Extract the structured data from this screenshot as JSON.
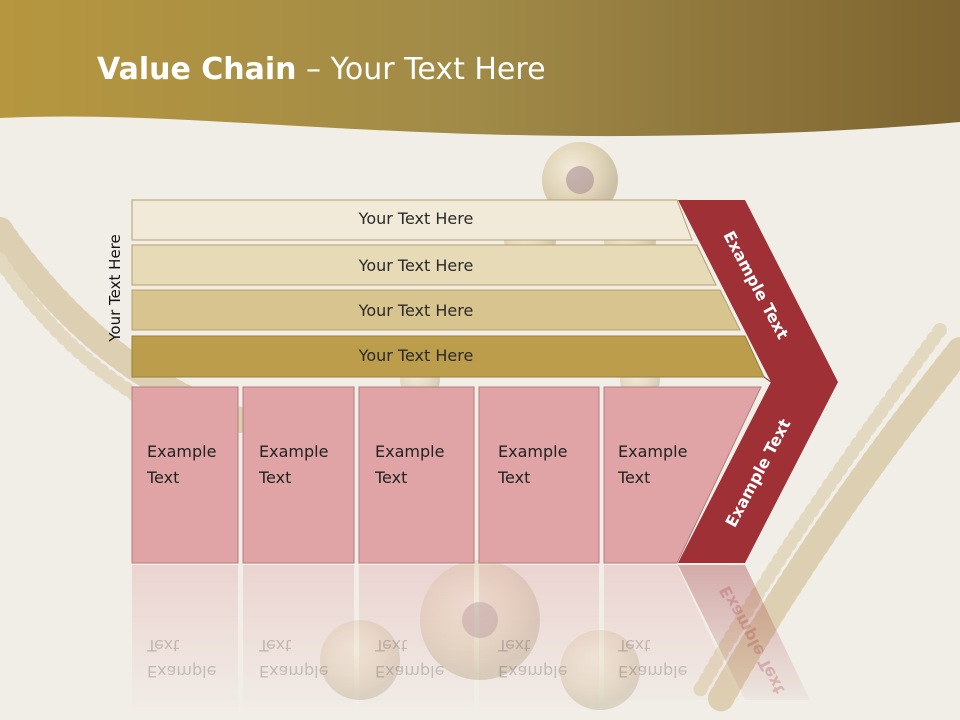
{
  "title": {
    "bold": "Value Chain",
    "rest": " – Your Text Here"
  },
  "side_label": "Your Text Here",
  "rows": [
    {
      "text": "Your Text Here"
    },
    {
      "text": "Your Text Here"
    },
    {
      "text": "Your Text Here"
    },
    {
      "text": "Your Text Here"
    }
  ],
  "boxes": [
    {
      "text": "Example\nText"
    },
    {
      "text": "Example\nText"
    },
    {
      "text": "Example\nText"
    },
    {
      "text": "Example\nText"
    },
    {
      "text": "Example\nText"
    }
  ],
  "chevron": {
    "upper_text": "Example Text",
    "lower_text": "Example Text"
  },
  "colors": {
    "header_gold": "#a88a3c",
    "row_colors": [
      "#f2ead8",
      "#e7dab6",
      "#d8c48f",
      "#bb9d4b"
    ],
    "box_pink": "#e0a4a6",
    "chevron_red": "#9e3036"
  }
}
